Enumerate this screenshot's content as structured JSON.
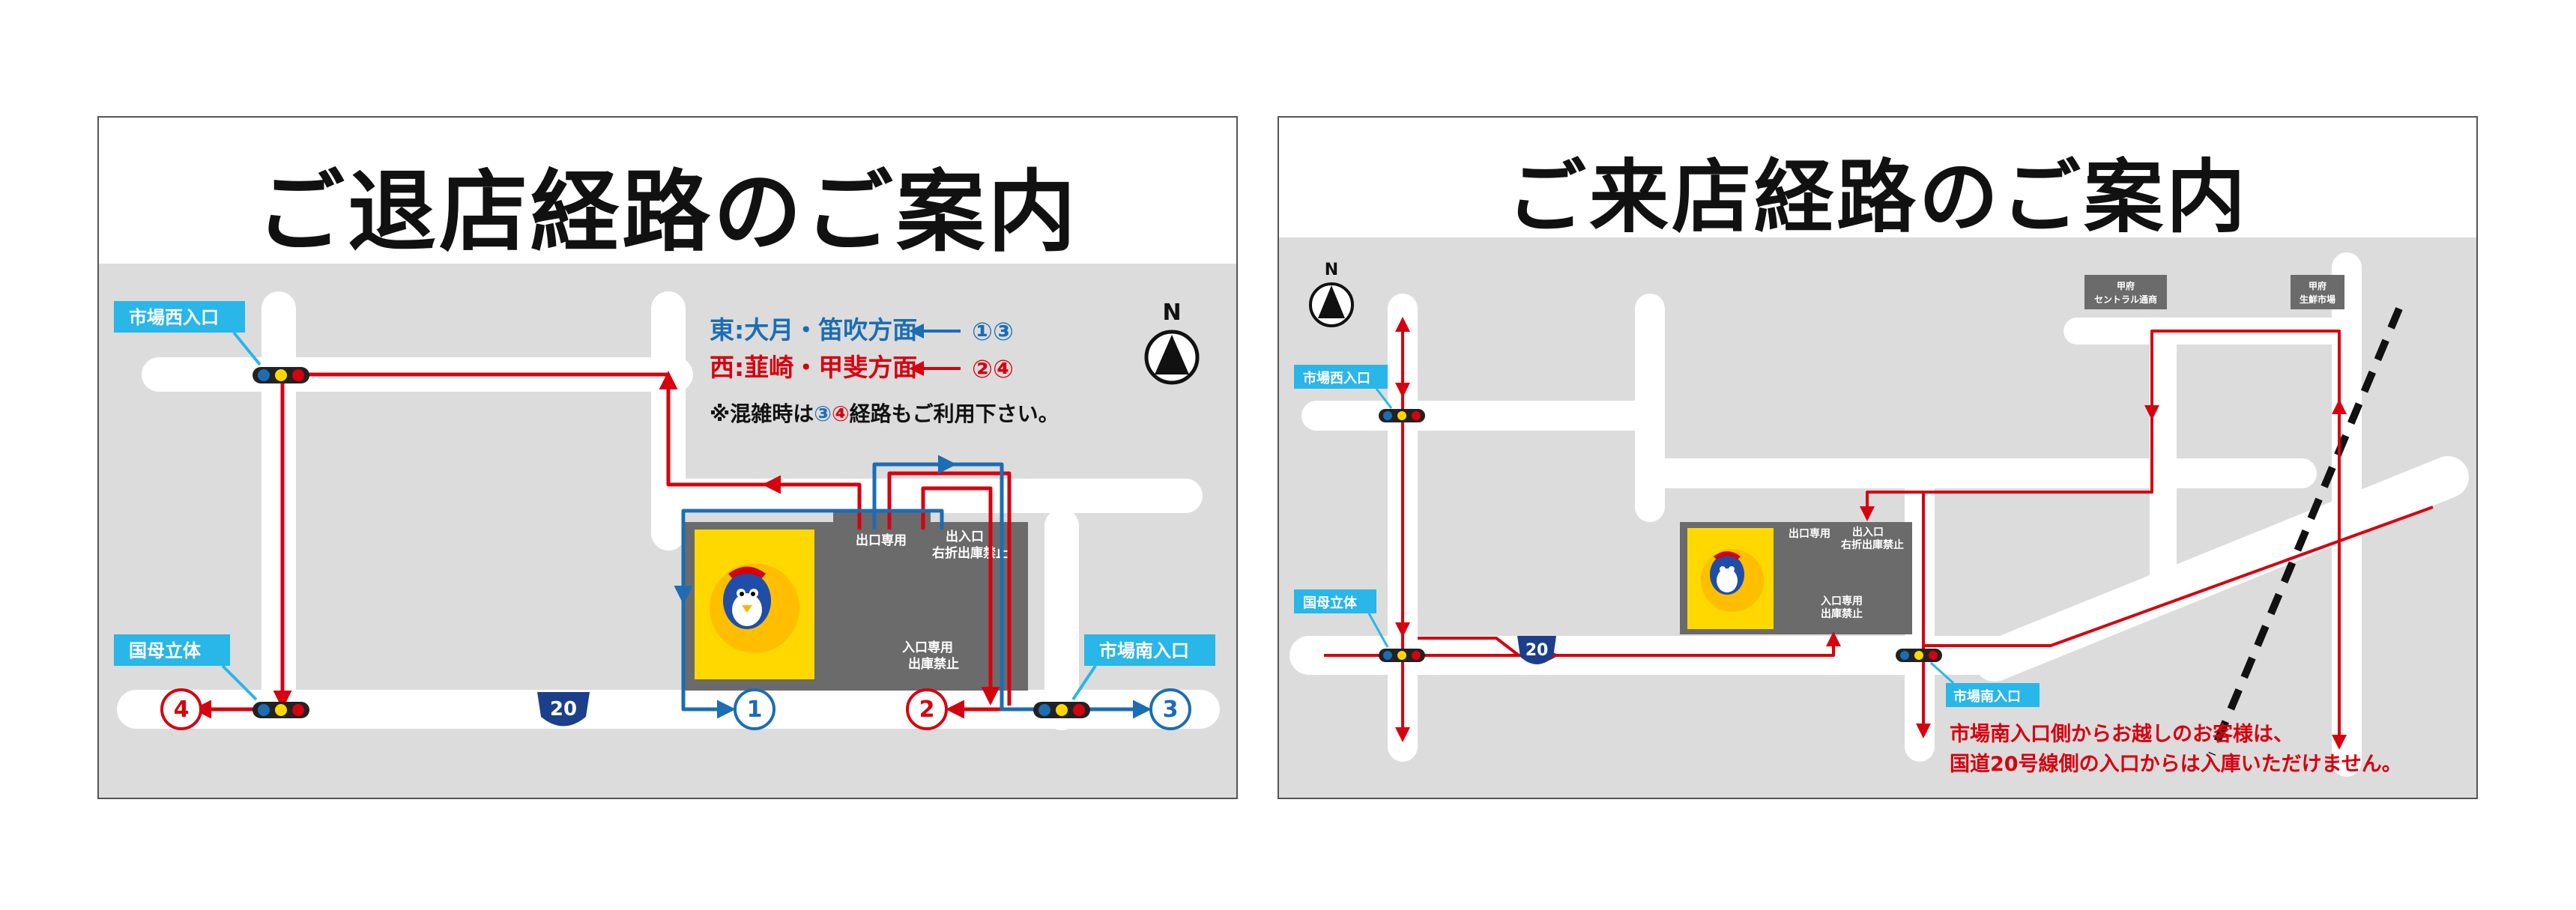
{
  "exit_panel": {
    "title": "ご退店経路のご案内",
    "labels": {
      "market_west_entrance": "市場西入口",
      "kokubo_overpass": "国母立体",
      "market_south_entrance": "市場南入口",
      "exit_only": "出口専用",
      "in_out": "出入口",
      "right_turn_no_exit": "右折出庫禁止",
      "entrance_only": "入口専用",
      "no_exit": "出庫禁止",
      "route_shield": "20"
    },
    "legend": {
      "east_text": "東:大月・笛吹方面",
      "east_routes": "①③",
      "west_text": "西:韮崎・甲斐方面",
      "west_routes": "②④",
      "note_prefix": "※混雑時は",
      "note_route_3": "③",
      "note_route_4": "④",
      "note_suffix": "経路もご利用下さい。"
    },
    "route_markers": {
      "r1": "1",
      "r2": "2",
      "r3": "3",
      "r4": "4"
    },
    "compass": "N"
  },
  "enter_panel": {
    "title": "ご来店経路のご案内",
    "labels": {
      "market_west_entrance": "市場西入口",
      "kokubo_overpass": "国母立体",
      "market_south_entrance": "市場南入口",
      "exit_only": "出口専用",
      "in_out": "出入口",
      "right_turn_no_exit": "右折出庫禁止",
      "entrance_only": "入口専用",
      "no_exit": "出庫禁止",
      "route_shield": "20",
      "kofu_central_line_1": "甲府",
      "kofu_central_line_2": "セントラル通商",
      "kofu_market_line_1": "甲府",
      "kofu_market_line_2": "生鮮市場"
    },
    "notice_line1": "市場南入口側からお越しのお客様は、",
    "notice_line2": "国道20号線側の入口からは入庫いただけません。",
    "compass": "N"
  },
  "colors": {
    "exit_route_red": "#d7000f",
    "exit_route_blue": "#1b6db4",
    "label_cyan": "#29b6e8",
    "building_gray": "#6b6b6b",
    "store_yellow": "#ffd800",
    "road_white": "#ffffff",
    "map_bg": "#dcdcdc",
    "shield_navy": "#1b3f8b"
  }
}
